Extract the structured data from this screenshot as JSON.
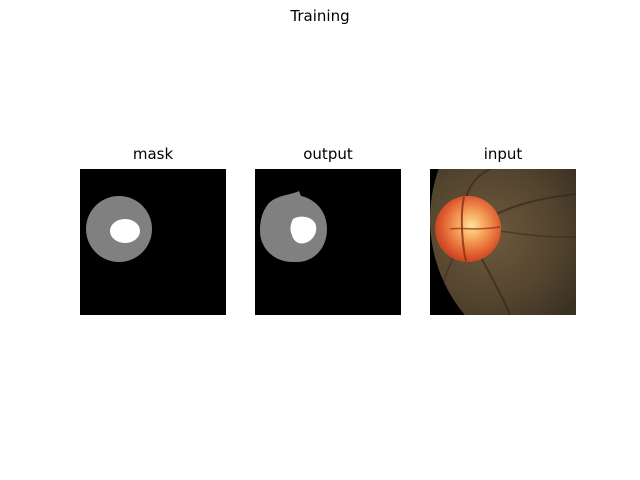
{
  "figure": {
    "suptitle": "Training"
  },
  "panels": [
    {
      "title": "mask"
    },
    {
      "title": "output"
    },
    {
      "title": "input"
    }
  ],
  "colors": {
    "background": "#000000",
    "disc_region": "#808080",
    "cup_region": "#ffffff",
    "fundus_base": "#5b4a33",
    "optic_disc": "#e8673a"
  }
}
